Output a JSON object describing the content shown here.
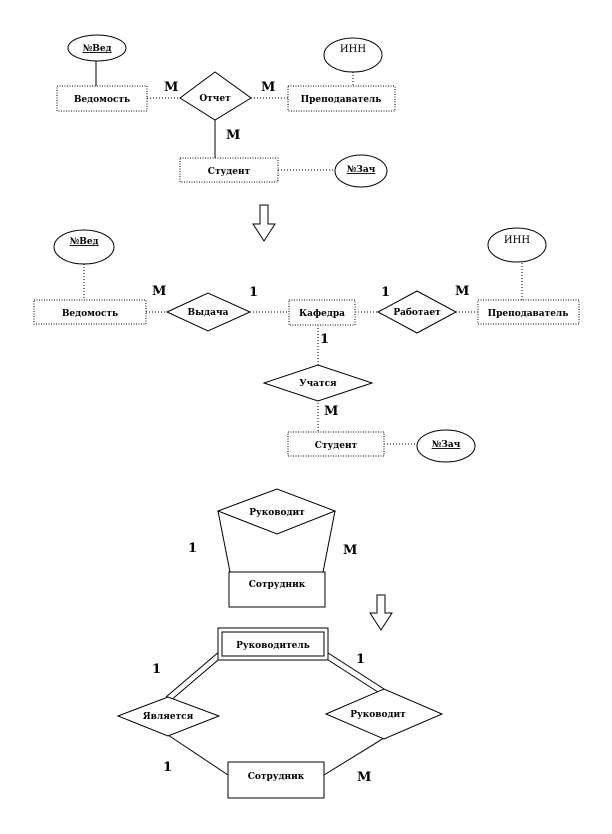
{
  "diagram1": {
    "attr_ved": "№Вед",
    "attr_inn": "ИНН",
    "attr_zach": "№Зач",
    "entity_vedomost": "Ведомость",
    "entity_prepod": "Преподаватель",
    "entity_student": "Студент",
    "rel_otchet": "Отчет",
    "card_left": "М",
    "card_right": "М",
    "card_bottom": "М"
  },
  "diagram2": {
    "attr_ved": "№Вед",
    "attr_inn": "ИНН",
    "attr_zach": "№Зач",
    "entity_vedomost": "Ведомость",
    "entity_kafedra": "Кафедра",
    "entity_prepod": "Преподаватель",
    "entity_student": "Студент",
    "rel_vydacha": "Выдача",
    "rel_rabotaet": "Работает",
    "rel_uchatsya": "Учатся",
    "card_ved": "М",
    "card_vyd_kaf": "1",
    "card_kaf_rab": "1",
    "card_prepod": "М",
    "card_kaf_down": "1",
    "card_student": "М"
  },
  "diagram3": {
    "rel_rukovodit": "Руководит",
    "entity_sotrudnik": "Сотрудник",
    "card_left": "1",
    "card_right": "М"
  },
  "diagram4": {
    "entity_rukovoditel": "Руководитель",
    "entity_sotrudnik": "Сотрудник",
    "rel_yavlyaetsya": "Является",
    "rel_rukovodit": "Руководит",
    "card_top_left": "1",
    "card_top_right": "1",
    "card_bottom_left": "1",
    "card_bottom_right": "М"
  }
}
